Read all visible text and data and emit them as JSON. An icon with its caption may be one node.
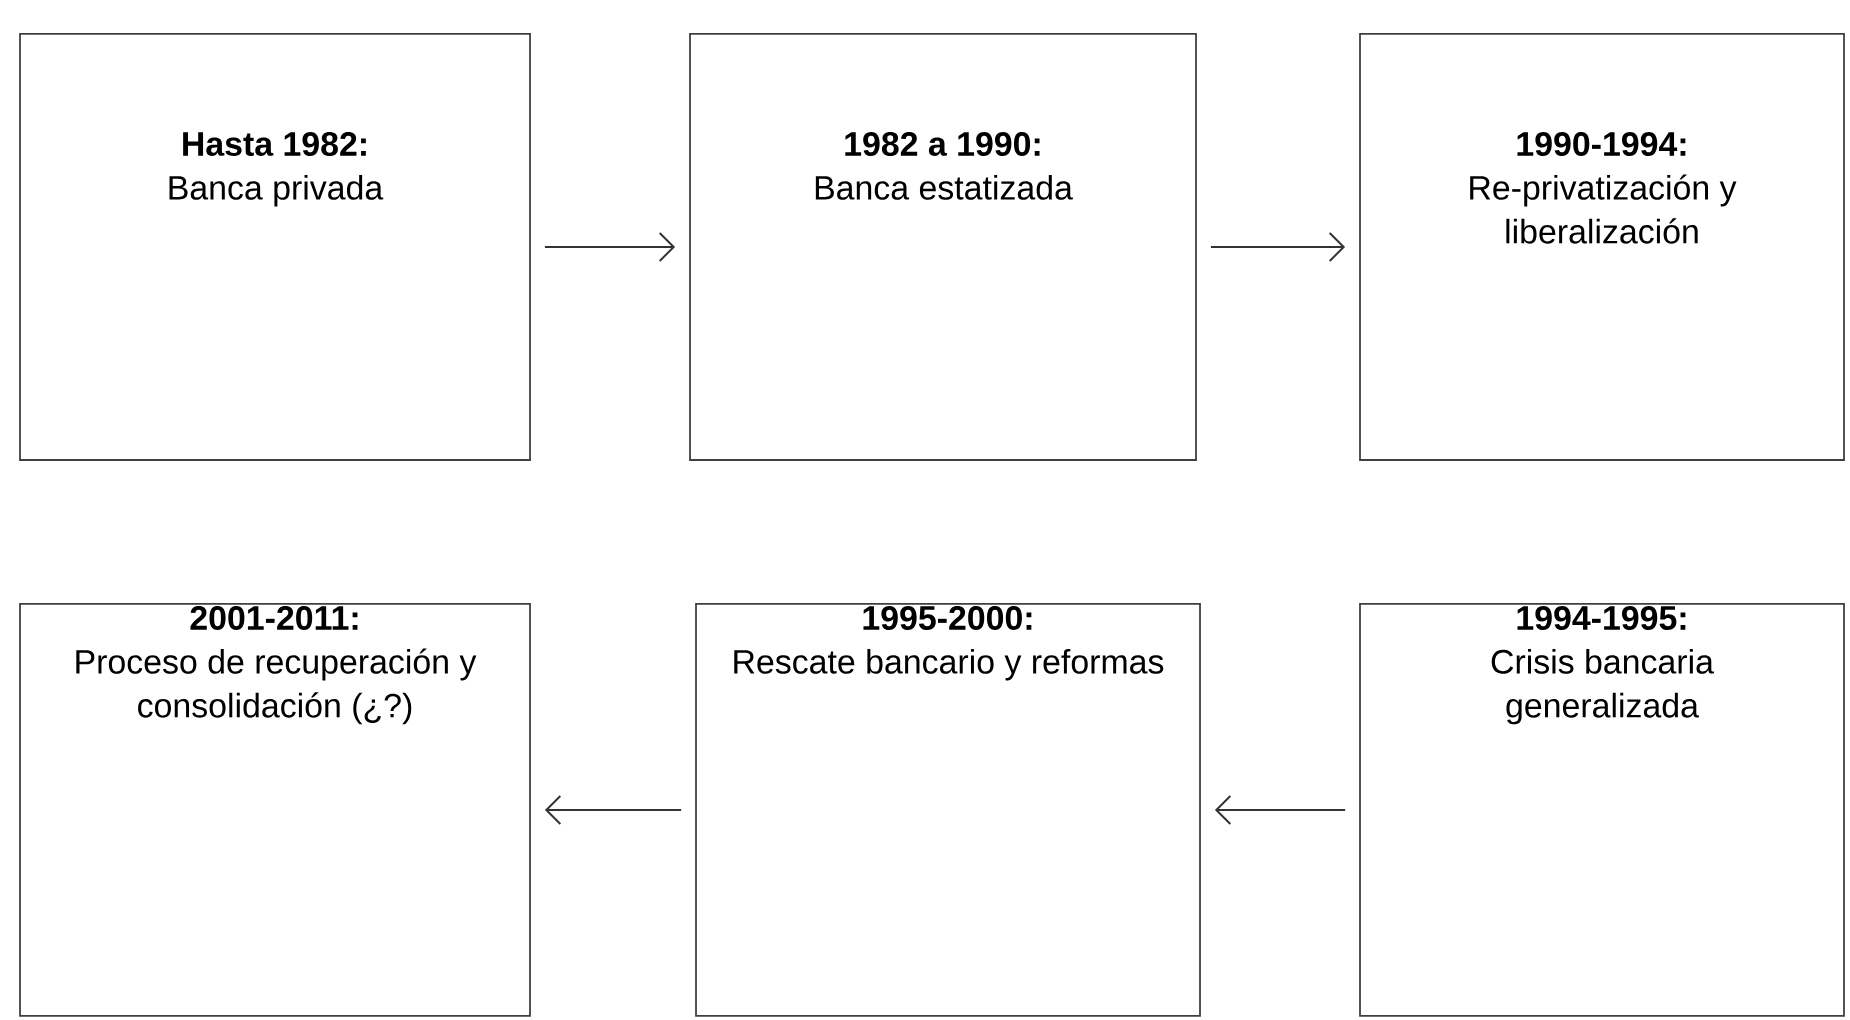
{
  "diagram": {
    "nodes": [
      {
        "text": [
          "Hasta 1982:",
          "Banca privada"
        ]
      },
      {
        "text": [
          "1982 a 1990:",
          "Banca estatizada"
        ]
      },
      {
        "text": [
          "1990-1994:",
          "Re-privatización y liberalización"
        ]
      },
      {
        "text": [
          "2001-2011:",
          "Proceso de recuperación y consolidación (¿?)"
        ]
      },
      {
        "text": [
          "1995-2000:",
          "Rescate bancario y reformas"
        ]
      },
      {
        "text": [
          "1994-1995:",
          "Crisis bancaria generalizada"
        ]
      }
    ],
    "edges": [
      {
        "from": 0,
        "to": 1,
        "arrow": "to"
      },
      {
        "from": 1,
        "to": 2,
        "arrow": "to"
      },
      {
        "from": 5,
        "to": 4,
        "arrow": "to"
      },
      {
        "from": 4,
        "to": 3,
        "arrow": "to"
      }
    ]
  }
}
